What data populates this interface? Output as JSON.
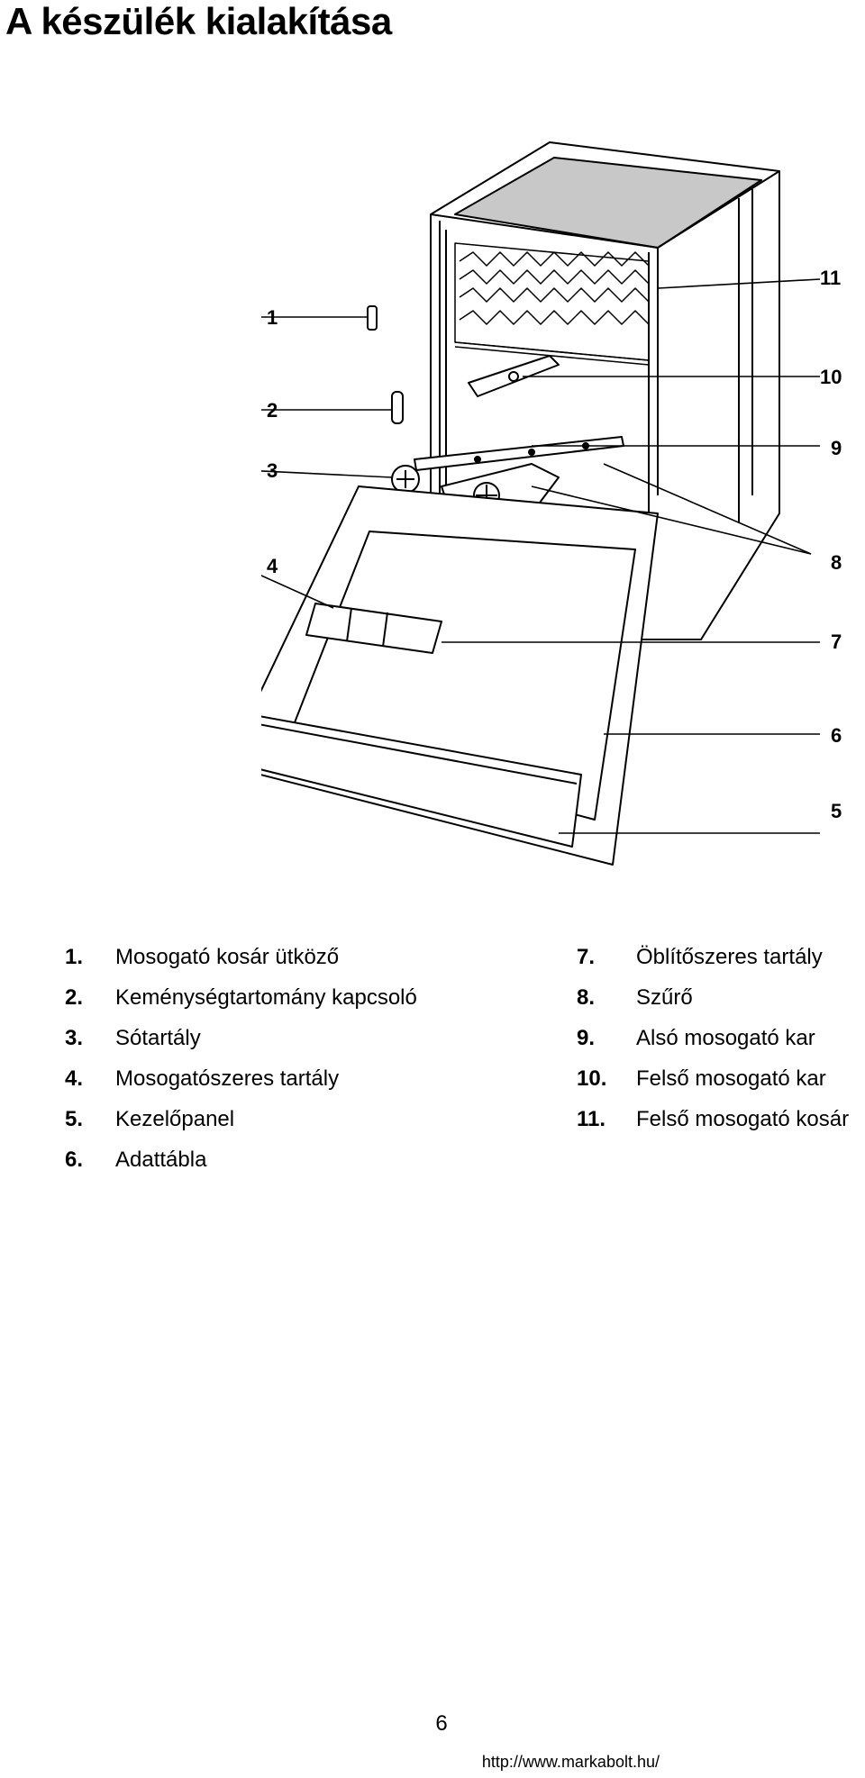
{
  "title": "A készülék kialakítása",
  "callouts": [
    "1",
    "2",
    "3",
    "4",
    "5",
    "6",
    "7",
    "8",
    "9",
    "10",
    "11"
  ],
  "legend_left": [
    {
      "num": "1.",
      "label": "Mosogató kosár ütköző"
    },
    {
      "num": "2.",
      "label": "Keménységtartomány kapcsoló"
    },
    {
      "num": "3.",
      "label": "Sótartály"
    },
    {
      "num": "4.",
      "label": "Mosogatószeres tartály"
    },
    {
      "num": "5.",
      "label": "Kezelőpanel"
    },
    {
      "num": "6.",
      "label": "Adattábla"
    }
  ],
  "legend_right": [
    {
      "num": "7.",
      "label": "Öblítőszeres tartály"
    },
    {
      "num": "8.",
      "label": "Szűrő"
    },
    {
      "num": "9.",
      "label": "Alsó mosogató kar"
    },
    {
      "num": "10.",
      "label": "Felső mosogató kar"
    },
    {
      "num": "11.",
      "label": "Felső mosogató kosár"
    }
  ],
  "page_number": "6",
  "footer_url": "http://www.markabolt.hu/"
}
